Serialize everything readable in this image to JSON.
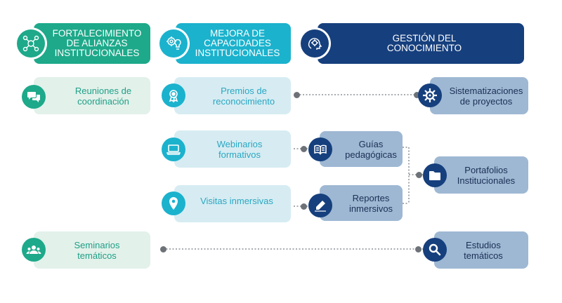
{
  "headers": {
    "alianzas": "FORTALECIMIENTO\nDE ALIANZAS\nINSTITUCIONALES",
    "capacidades": "MEJORA DE\nCAPACIDADES\nINSTITUCIONALES",
    "conocimiento": "GESTIÓN DEL\nCONOCIMIENTO"
  },
  "cards": {
    "reuniones": "Reuniones de\ncoordinación",
    "premios": "Premios de\nreconocimiento",
    "sistematizaciones": "Sistematizaciones\nde proyectos",
    "webinarios": "Webinarios\nformativos",
    "guias": "Guías\npedagógicas",
    "portafolios": "Portafolios\nInstitucionales",
    "visitas": "Visitas inmersivas",
    "reportes": "Reportes\ninmersivos",
    "seminarios": "Seminarios\ntemáticos",
    "estudios": "Estudios\ntemáticos"
  },
  "colors": {
    "green": "#1da98a",
    "cyan": "#1bb2cd",
    "navy": "#163f7d",
    "light_green": "#e2f1ea",
    "light_blue": "#d6ecf2",
    "steel_blue": "#9eb8d3"
  },
  "icons": [
    "network-people-icon",
    "gear-bulb-icon",
    "brain-gear-icon",
    "chat-bubbles-icon",
    "award-medal-icon",
    "gear-icon",
    "laptop-icon",
    "open-book-icon",
    "folder-icon",
    "location-pin-icon",
    "pencil-icon",
    "group-people-icon",
    "magnifier-icon"
  ]
}
